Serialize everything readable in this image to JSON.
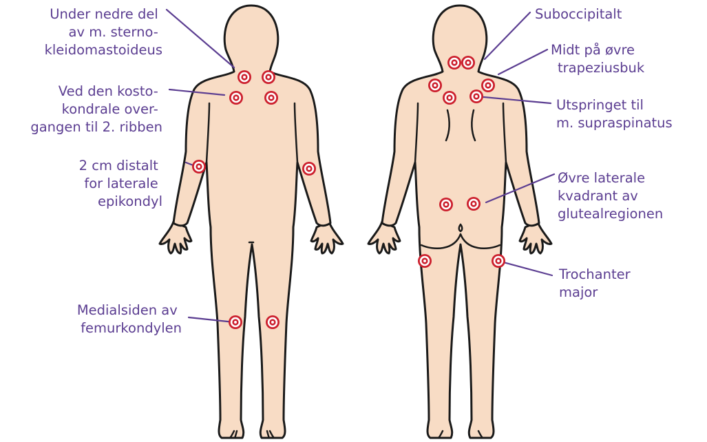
{
  "colors": {
    "label": "#5b3d91",
    "leader": "#5b3d91",
    "tender_point": "#cc1f2d",
    "skin": "#f8dcc5",
    "outline": "#1a1a1a"
  },
  "labels": {
    "sternocleido": [
      "Under nedre del",
      "av m. sterno-",
      "kleidomastoideus"
    ],
    "kostokondrale": [
      "Ved den kosto-",
      "kondrale over-",
      "gangen til 2. ribben"
    ],
    "epikondyl": [
      "2 cm distalt",
      "for laterale",
      "epikondyl"
    ],
    "femurkondyl": [
      "Medialsiden av",
      "femurkondylen"
    ],
    "suboccipital": [
      "Suboccipitalt"
    ],
    "trapezius": [
      "Midt på øvre",
      "trapeziusbuk"
    ],
    "supraspinatus": [
      "Utspringet til",
      "m. supraspinatus"
    ],
    "gluteal": [
      "Øvre laterale",
      "kvadrant av",
      "glutealregionen"
    ],
    "trochanter": [
      "Trochanter",
      "major"
    ]
  },
  "figures": [
    "front-view",
    "back-view"
  ],
  "marker_icon": "target-circle-icon",
  "tender_point_count": 18
}
